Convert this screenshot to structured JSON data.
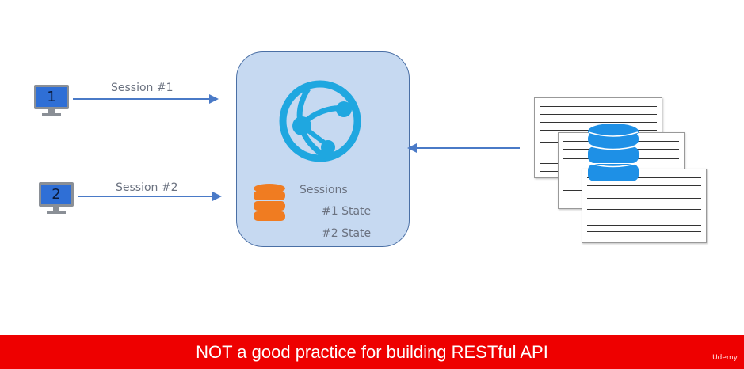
{
  "clients": [
    {
      "number": "1",
      "session_label": "Session #1"
    },
    {
      "number": "2",
      "session_label": "Session #2"
    }
  ],
  "server": {
    "sessions_title": "Sessions",
    "states": [
      "#1 State",
      "#2 State"
    ]
  },
  "banner": {
    "text": "NOT a good practice for building RESTful API",
    "brand": "Udemy"
  },
  "colors": {
    "banner": "#ee0000",
    "server_box": "#c6d9f1",
    "arrow": "#4a7ac7",
    "globe": "#1fa7e0",
    "db_server": "#1e90e6",
    "db_session": "#f07c21"
  }
}
